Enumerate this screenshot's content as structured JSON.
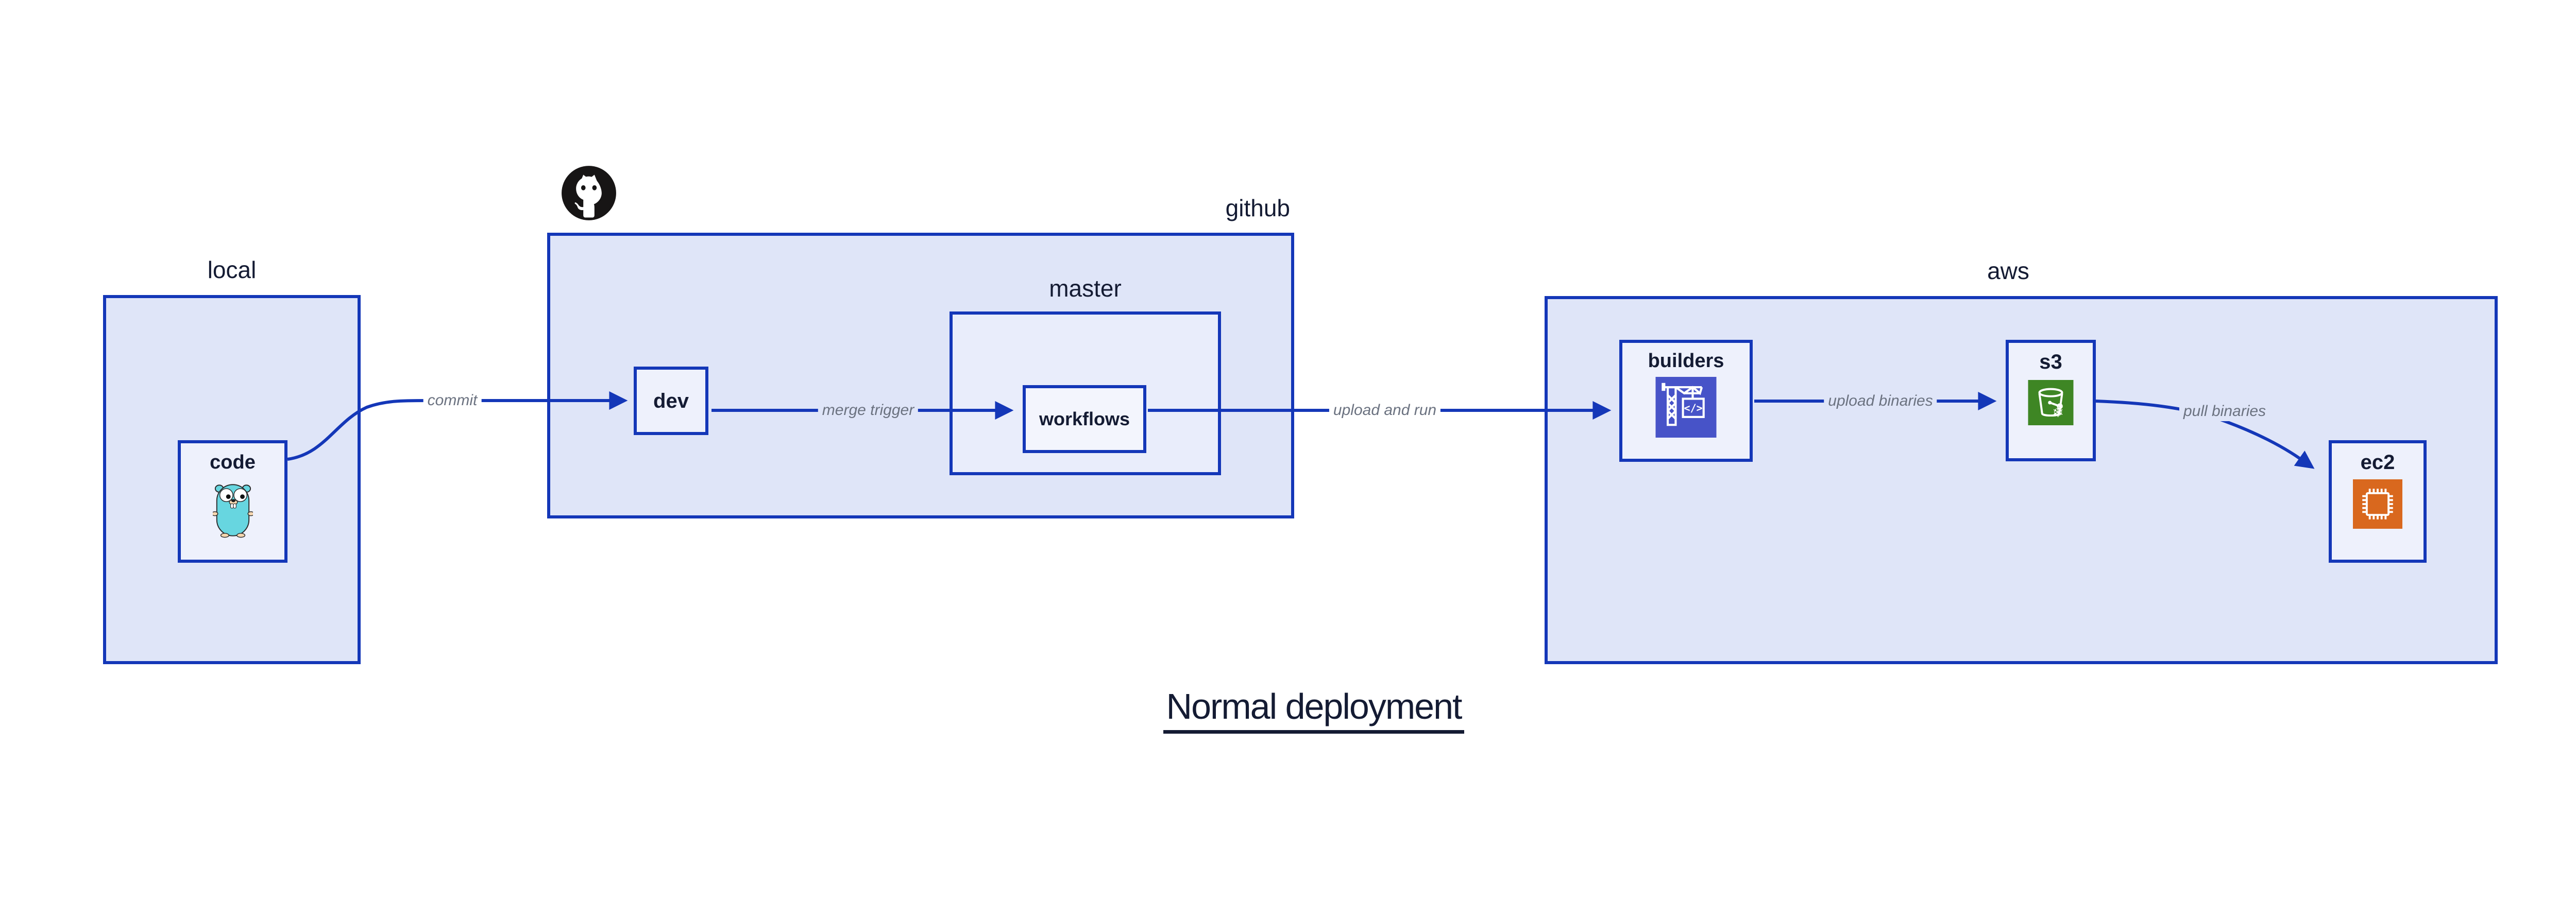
{
  "title": "Normal deployment",
  "groups": {
    "local": {
      "label": "local"
    },
    "github": {
      "label": "github"
    },
    "master": {
      "label": "master"
    },
    "aws": {
      "label": "aws"
    }
  },
  "nodes": {
    "code": {
      "label": "code",
      "icon": "go-gopher-icon"
    },
    "dev": {
      "label": "dev"
    },
    "workflows": {
      "label": "workflows"
    },
    "builders": {
      "label": "builders",
      "icon": "codebuild-icon"
    },
    "s3": {
      "label": "s3",
      "icon": "s3-glacier-bucket-icon"
    },
    "ec2": {
      "label": "ec2",
      "icon": "ec2-chip-icon"
    }
  },
  "edges": {
    "commit": {
      "label": "commit"
    },
    "merge_trigger": {
      "label": "merge trigger"
    },
    "upload_and_run": {
      "label": "upload and run"
    },
    "upload_binaries": {
      "label": "upload binaries"
    },
    "pull_binaries": {
      "label": "pull binaries"
    }
  },
  "icons": {
    "codebuild_code_glyph": "</>"
  },
  "colors": {
    "accent_blue": "#1437b8",
    "group_fill": "#dfe5f8",
    "node_fill": "#eef1fc",
    "master_fill": "#e9edfb",
    "workflows_fill": "#f3f5fd",
    "edge_label_gray": "#6b7280",
    "text_dark": "#141b33",
    "codebuild_purple": "#4753c8",
    "s3_green": "#3e8624",
    "ec2_orange": "#d9681e",
    "gopher_teal": "#67d6e0",
    "octocat_black": "#171515"
  }
}
